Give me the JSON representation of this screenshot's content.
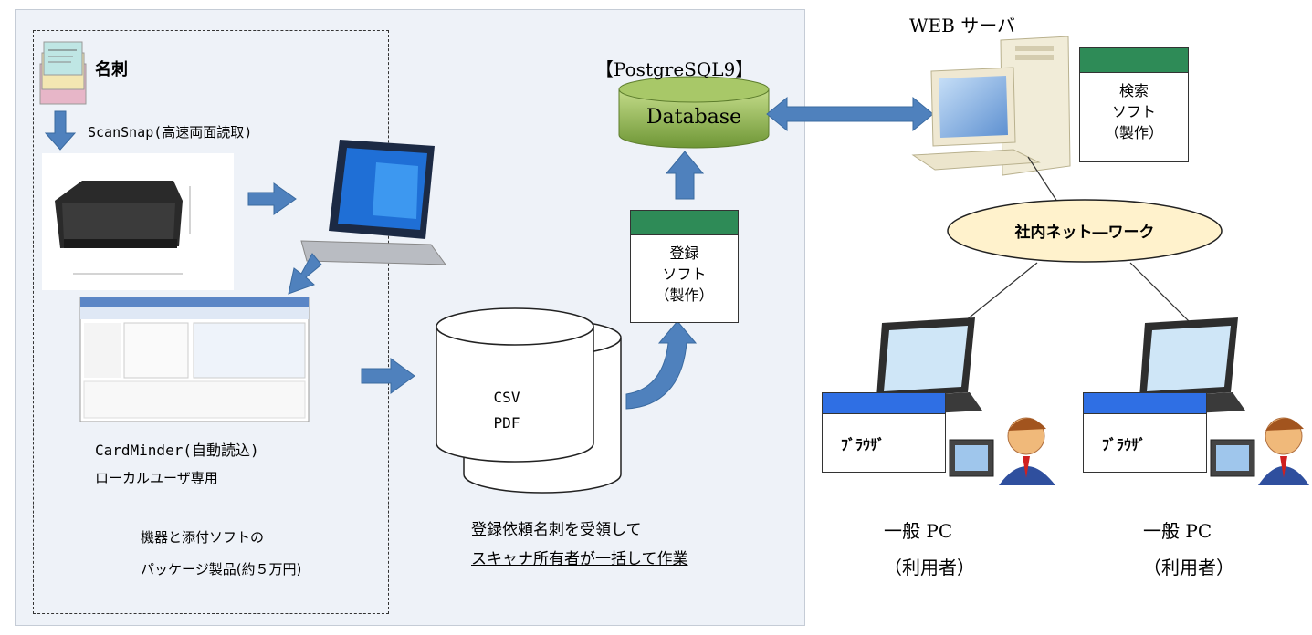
{
  "meishi": {
    "label": "名刺"
  },
  "scansnap": {
    "label": "ScanSnap(高速両面読取)"
  },
  "cardminder": {
    "label": "CardMinder(自動読込)",
    "sub": "ローカルユーザ専用"
  },
  "package": {
    "line1": "機器と添付ソフトの",
    "line2": "パッケージ製品(約５万円)"
  },
  "storage": {
    "line1": "CSV",
    "line2": "PDF"
  },
  "workflow": {
    "line1": "登録依頼名刺を受領して",
    "line2": "スキャナ所有者が一括して作業"
  },
  "register_soft": {
    "line1": "登録",
    "line2": "ソフト",
    "line3": "（製作）"
  },
  "database": {
    "title": "【PostgreSQL9】",
    "label": "Database"
  },
  "web_server": {
    "label": "WEB サーバ"
  },
  "search_soft": {
    "line1": "検索",
    "line2": "ソフト",
    "line3": "（製作）"
  },
  "network": {
    "label": "社内ネット―ワーク"
  },
  "client1": {
    "browser": "ﾌﾞﾗｳｻﾞ",
    "name": "一般 PC",
    "role": "（利用者）"
  },
  "client2": {
    "browser": "ﾌﾞﾗｳｻﾞ",
    "name": "一般 PC",
    "role": "（利用者）"
  },
  "colors": {
    "arrow": "#4f81bd",
    "soft_bar": "#2e8b57",
    "browser_bar": "#2f6fe4",
    "network_fill": "#fff2cc",
    "db_fill": "#8bb04a"
  }
}
